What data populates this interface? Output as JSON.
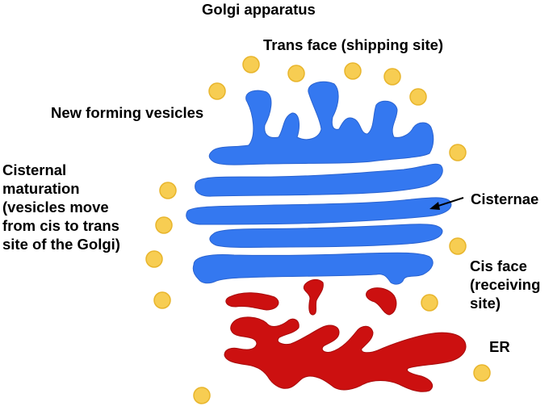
{
  "title": "Golgi apparatus",
  "labels": {
    "trans_face": "Trans face (shipping site)",
    "new_vesicles": "New forming vesicles",
    "cisternal_maturation": [
      "Cisternal",
      "maturation",
      "(vesicles move",
      "from cis to trans",
      "site of the Golgi)"
    ],
    "cisternae": "Cisternae",
    "cis_face": [
      "Cis face",
      "(receiving",
      "site)"
    ],
    "er": "ER"
  },
  "colors": {
    "golgi": "#3478f0",
    "er": "#cc1010",
    "vesicle_fill": "#f7cd52",
    "vesicle_stroke": "#e8b52c"
  }
}
